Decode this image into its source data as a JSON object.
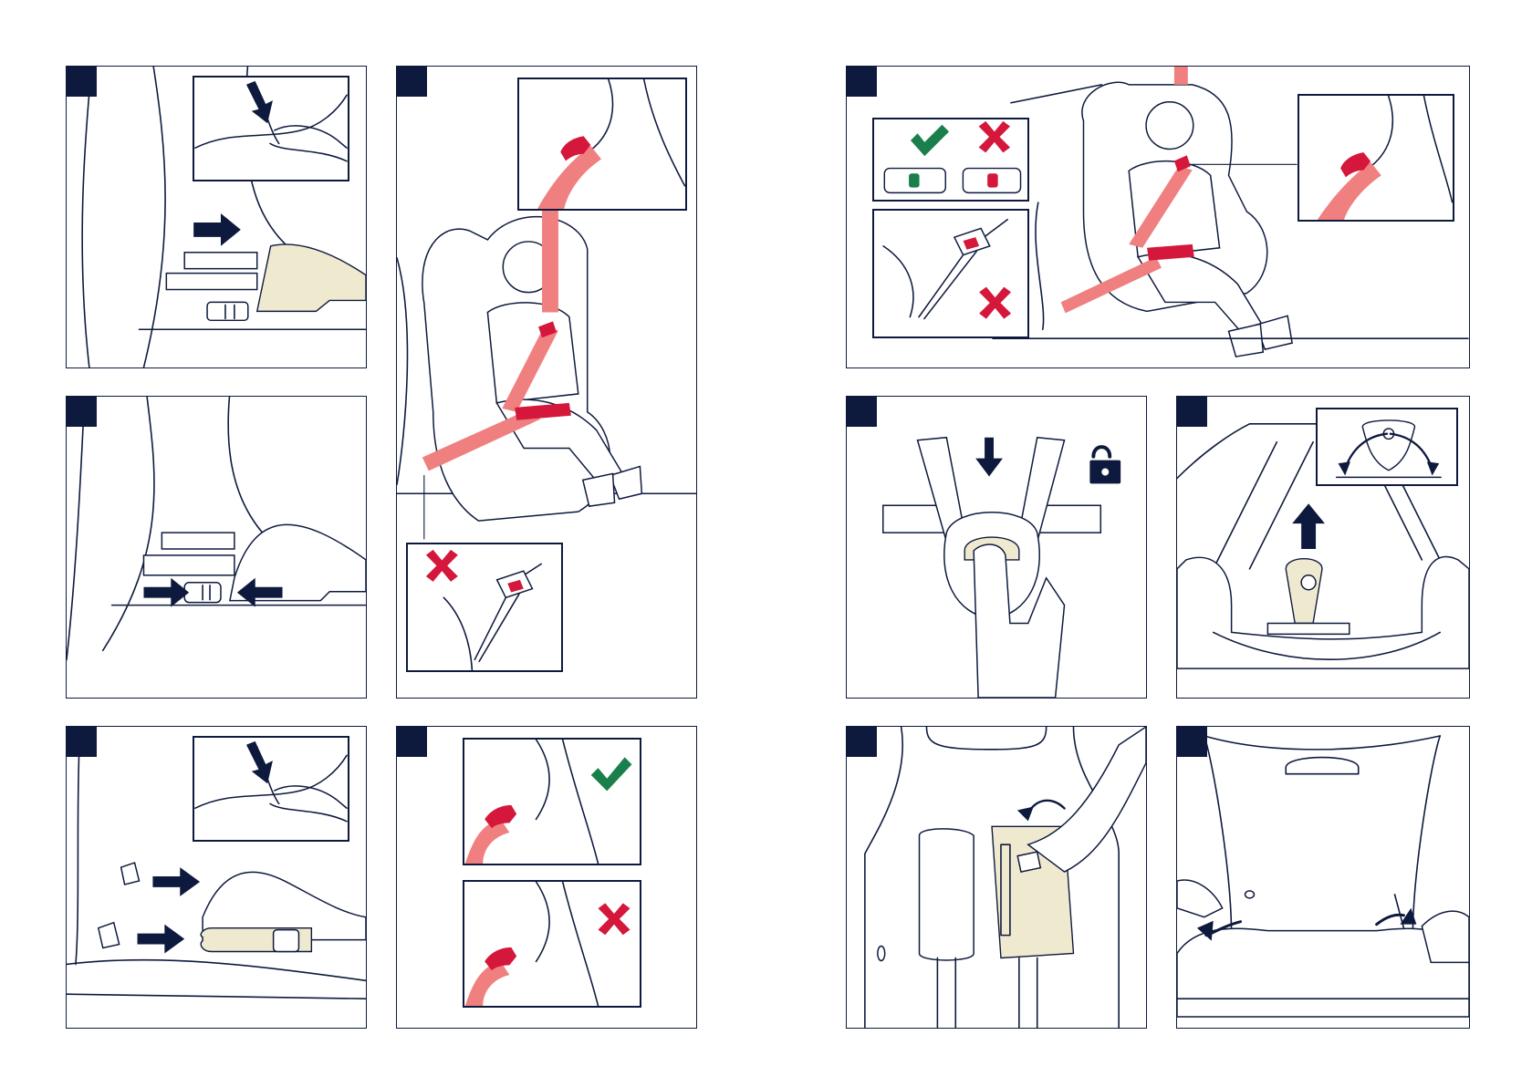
{
  "colors": {
    "navy": "#0e1a3d",
    "belt": "#f08080",
    "cross": "#d4173a",
    "check": "#1a7f4b",
    "accent": "#efe9cf"
  },
  "icons": {
    "ok": "checkmark-icon",
    "wrong": "cross-icon",
    "unlock": "unlocked-padlock-icon",
    "arrow": "arrow-icon"
  },
  "steps": [
    {
      "id": "a",
      "label": ""
    },
    {
      "id": "b",
      "label": ""
    },
    {
      "id": "c",
      "label": ""
    },
    {
      "id": "d",
      "label": ""
    },
    {
      "id": "e",
      "label": ""
    },
    {
      "id": "f",
      "label": ""
    },
    {
      "id": "g",
      "label": ""
    },
    {
      "id": "h",
      "label": ""
    },
    {
      "id": "i",
      "label": ""
    },
    {
      "id": "j",
      "label": ""
    }
  ]
}
